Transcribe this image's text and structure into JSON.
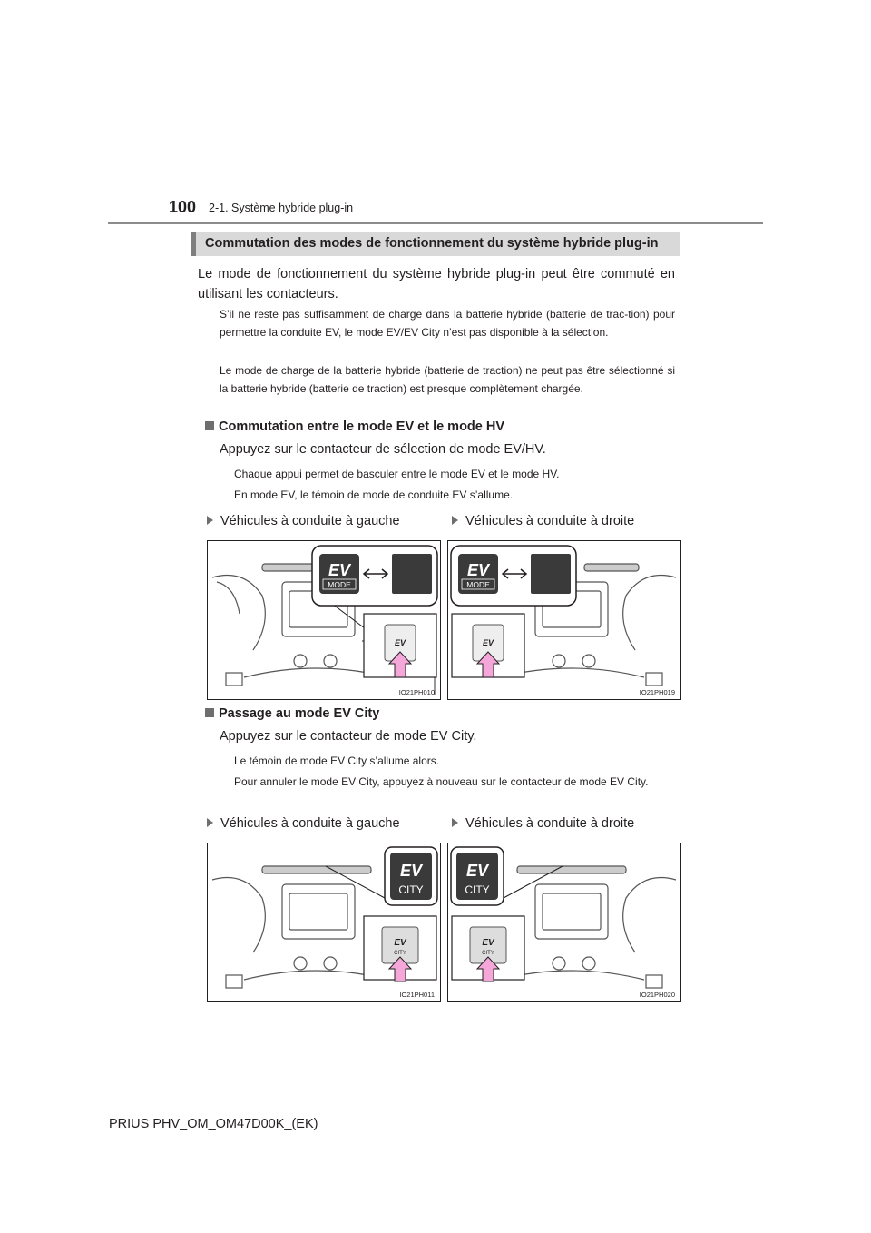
{
  "header": {
    "page_number": "100",
    "section": "2-1. Système hybride plug-in"
  },
  "title": "Commutation des modes de fonctionnement du système hybride plug-in",
  "intro": "Le mode de fonctionnement du système hybride plug-in peut être commuté en utilisant les contacteurs.",
  "notes": [
    "S’il ne reste pas suffisamment de charge dans la batterie hybride (batterie de trac-tion) pour permettre la conduite EV, le mode EV/EV City n’est pas disponible à la sélection.",
    "Le mode de charge de la batterie hybride (batterie de traction) ne peut pas être sélectionné si la batterie hybride (batterie de traction) est presque complètement chargée."
  ],
  "section1": {
    "heading": "Commutation entre le mode EV et le mode HV",
    "instruction": "Appuyez sur le contacteur de sélection de mode EV/HV.",
    "note1": "Chaque appui permet de basculer entre le mode EV et le mode HV.",
    "note2": "En mode EV, le témoin de mode de conduite EV s’allume.",
    "left_label": "Véhicules à conduite à gauche",
    "right_label": "Véhicules à conduite à droite",
    "fig_left_code": "IO21PH010",
    "fig_right_code": "IO21PH019",
    "badge_top": "EV",
    "badge_bottom": "MODE"
  },
  "section2": {
    "heading": "Passage au mode EV City",
    "instruction": "Appuyez sur le contacteur de mode EV City.",
    "note1": "Le témoin de mode EV City s’allume alors.",
    "note2": "Pour annuler le mode EV City, appuyez à nouveau sur le contacteur de mode EV City.",
    "left_label": "Véhicules à conduite à gauche",
    "right_label": "Véhicules à conduite à droite",
    "fig_left_code": "IO21PH011",
    "fig_right_code": "IO21PH020",
    "badge_top": "EV",
    "badge_bottom": "CITY"
  },
  "footer": "PRIUS PHV_OM_OM47D00K_(EK)",
  "colors": {
    "title_bar": "#d9d9d9",
    "title_accent": "#7f7f7f",
    "arrow": "#f4a7d8",
    "badge": "#3a3a3a"
  },
  "icons": [
    "bullet-square-icon",
    "triangle-bullet-icon",
    "double-arrow-icon",
    "press-arrow-icon"
  ]
}
